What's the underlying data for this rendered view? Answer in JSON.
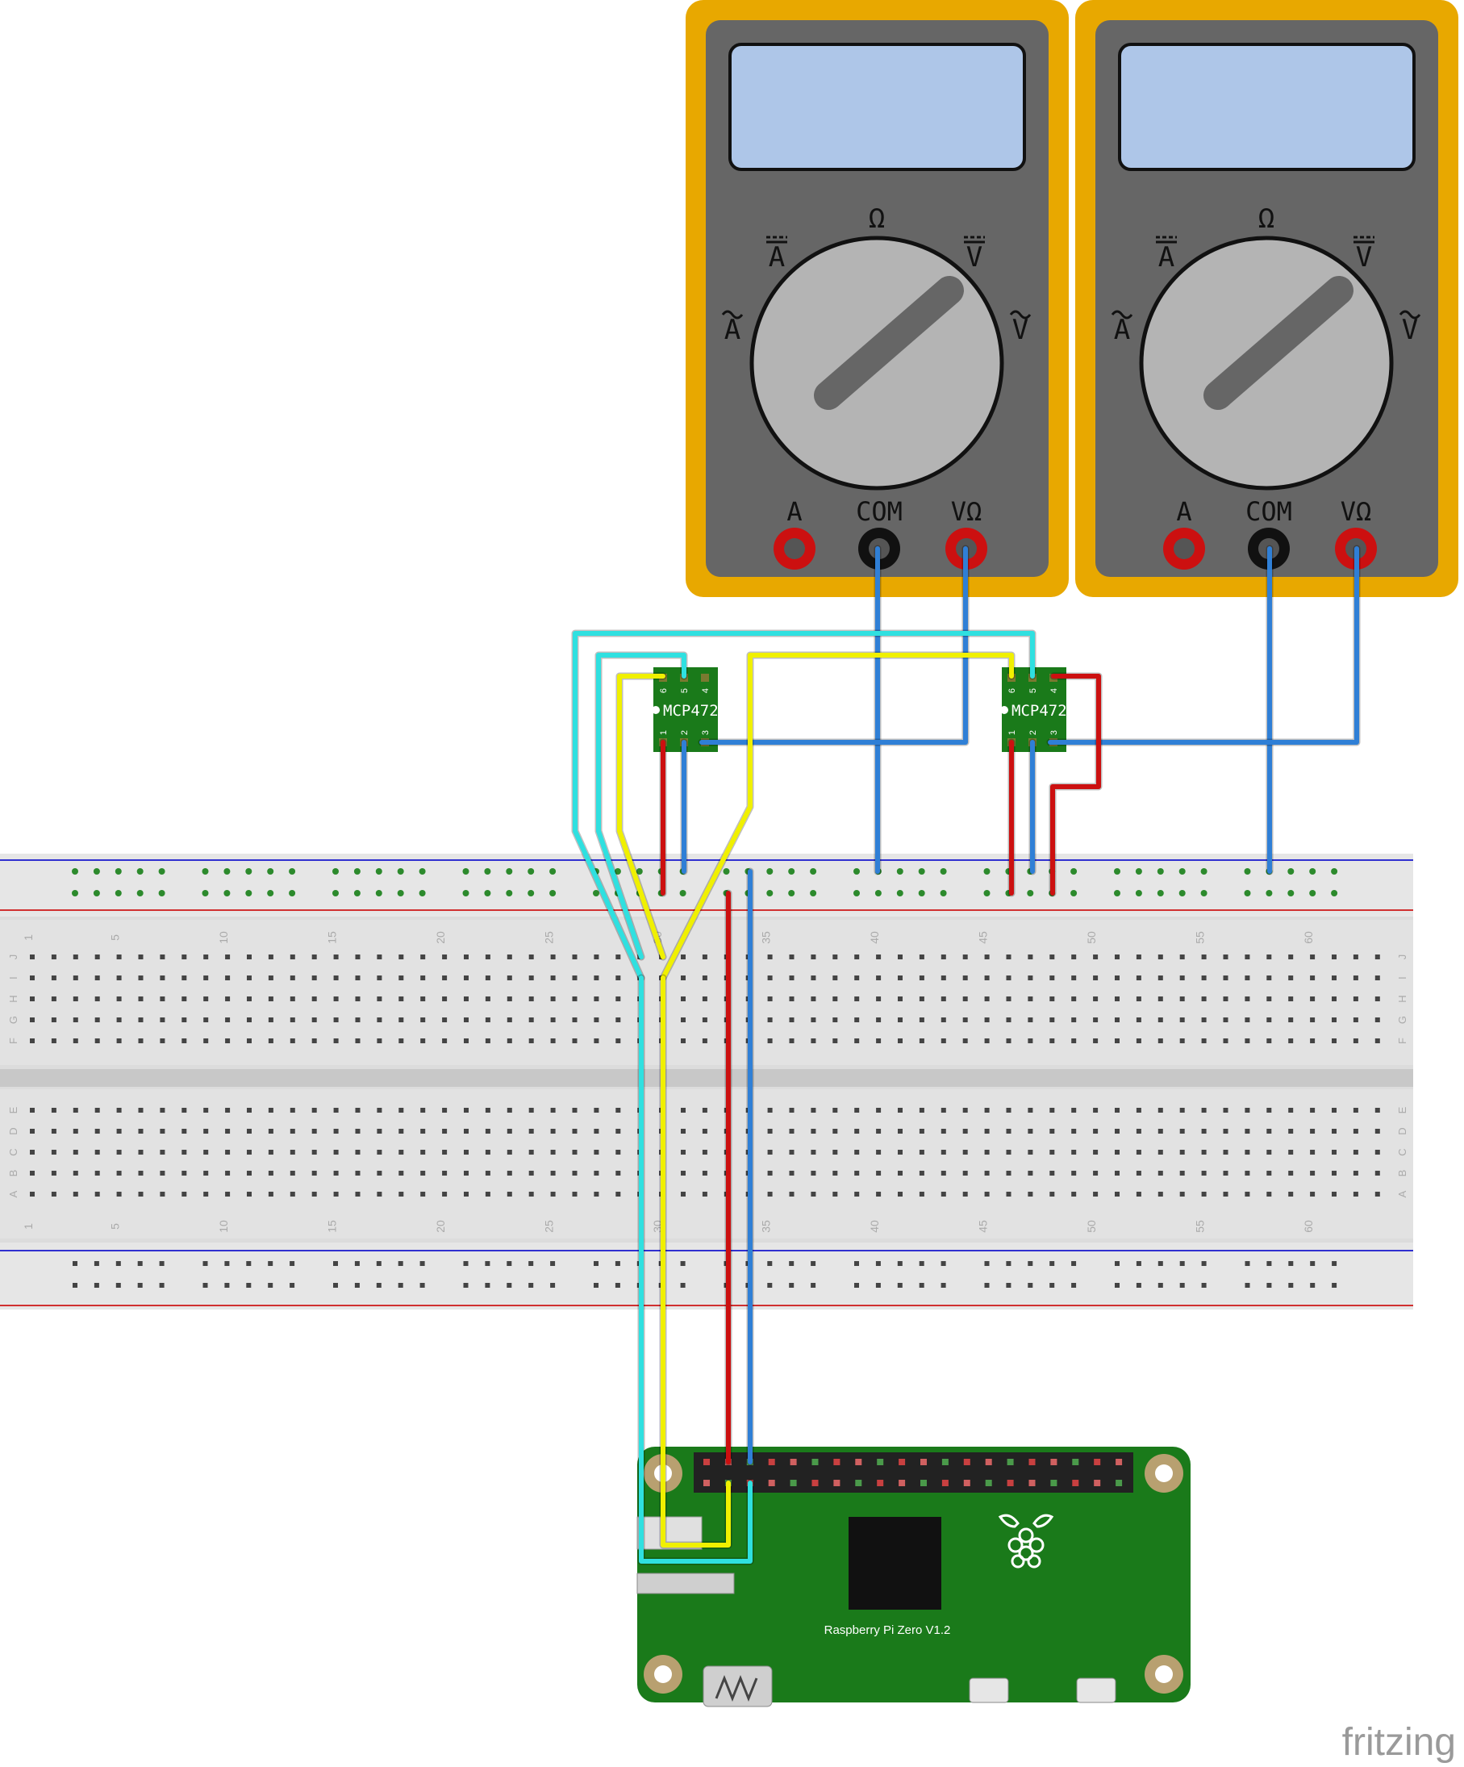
{
  "multimeters": [
    {
      "id": "left",
      "dial": {
        "top": "Ω",
        "upper_left": "A",
        "upper_right": "V",
        "left": "A",
        "right": "V"
      },
      "jacks": [
        "A",
        "COM",
        "VΩ"
      ]
    },
    {
      "id": "right",
      "dial": {
        "top": "Ω",
        "upper_left": "A",
        "upper_right": "V",
        "left": "A",
        "right": "V"
      },
      "jacks": [
        "A",
        "COM",
        "VΩ"
      ]
    }
  ],
  "dac_modules": [
    {
      "label": "MCP472",
      "pins_top": [
        "6",
        "5",
        "4"
      ],
      "pins_bottom": [
        "1",
        "2",
        "3"
      ]
    },
    {
      "label": "MCP472",
      "pins_top": [
        "6",
        "5",
        "4"
      ],
      "pins_bottom": [
        "1",
        "2",
        "3"
      ]
    }
  ],
  "breadboard": {
    "column_numbers": [
      "1",
      "5",
      "10",
      "15",
      "20",
      "25",
      "30",
      "35",
      "40",
      "45",
      "50",
      "55",
      "60"
    ],
    "top_row_letters": [
      "J",
      "I",
      "H",
      "G",
      "F"
    ],
    "bottom_row_letters": [
      "E",
      "D",
      "C",
      "B",
      "A"
    ]
  },
  "raspberry_pi": {
    "board_label": "Raspberry Pi Zero V1.2"
  },
  "watermark": "fritzing",
  "colors": {
    "meter_case": "#e8a800",
    "meter_body": "#666666",
    "meter_screen": "#aec6e8",
    "wire_blue": "#2f7fd6",
    "wire_cyan": "#2fe0e0",
    "wire_yellow": "#f0f000",
    "wire_red": "#cc1010",
    "pcb_green": "#1a7a1a",
    "breadboard": "#d9d9d9"
  }
}
